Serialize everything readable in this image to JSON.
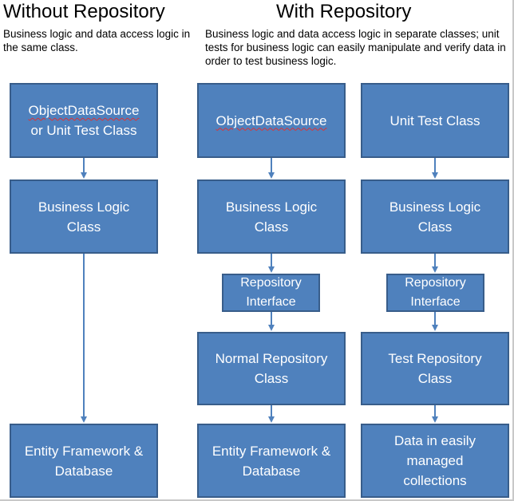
{
  "headings": {
    "without": "Without Repository",
    "with": "With Repository"
  },
  "descriptions": {
    "without": "Business logic and data access logic in the same class.",
    "with": "Business logic and data access logic in separate classes; unit tests for business logic can easily manipulate and verify data in order to test business logic."
  },
  "columns": {
    "without": {
      "source_line1": "ObjectDataSource",
      "source_line2": "or Unit Test Class",
      "business": "Business Logic Class",
      "data": "Entity Framework & Database"
    },
    "normal": {
      "source": "ObjectDataSource",
      "business": "Business Logic Class",
      "interface": "Repository Interface",
      "repository": "Normal Repository Class",
      "data": "Entity Framework & Database"
    },
    "test": {
      "source": "Unit Test Class",
      "business": "Business Logic Class",
      "interface": "Repository Interface",
      "repository": "Test Repository Class",
      "data": "Data in easily managed collections"
    }
  },
  "colors": {
    "box_fill": "#4f81bd",
    "box_border": "#385d8a",
    "arrow": "#4f81bd",
    "box_text": "#ffffff",
    "spellcheck_underline": "#e03030"
  }
}
